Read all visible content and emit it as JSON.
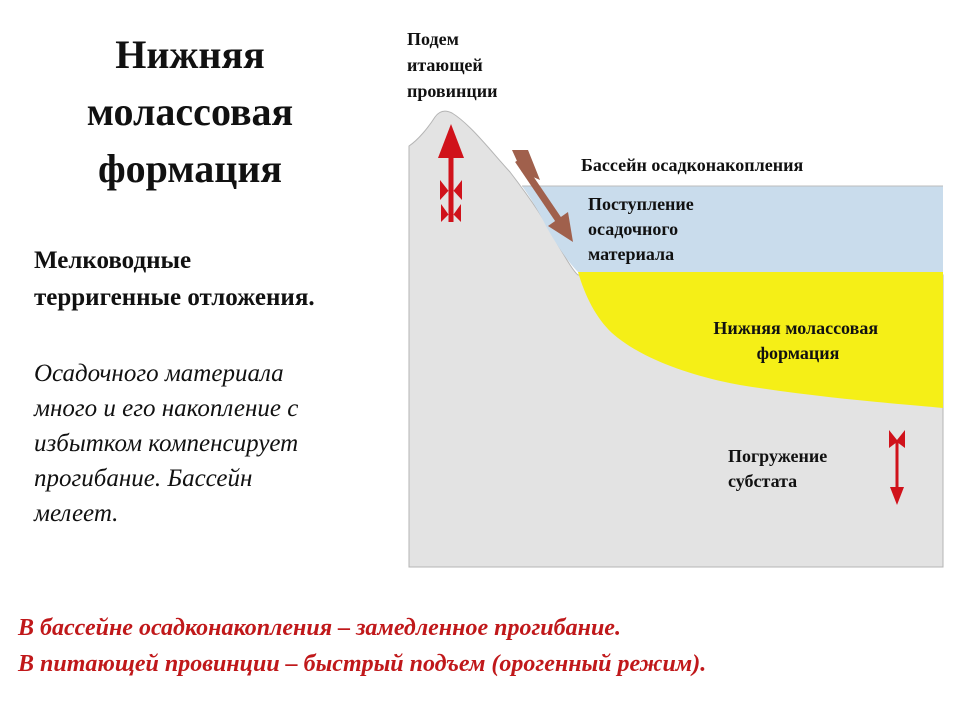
{
  "title_lines": [
    "Нижняя",
    "молассовая",
    "формация"
  ],
  "subtitle_lines": [
    "Мелководные",
    "терригенные отложения."
  ],
  "description_lines": [
    "Осадочного материала",
    "много и его накопление с",
    "избытком компенсирует",
    "прогибание. Бассейн",
    "мелеет."
  ],
  "diagram": {
    "uplift_label_lines": [
      "Подем",
      "итающей",
      "провинции"
    ],
    "basin_label": "Бассейн осадконакопления",
    "supply_label_lines": [
      "Поступление",
      "осадочного",
      "материала"
    ],
    "formation_label_lines": [
      "Нижняя молассовая",
      "формация"
    ],
    "subsidence_label_lines": [
      "Погружение",
      "субстата"
    ],
    "colors": {
      "land": "#e3e3e3",
      "water": "#c9dcec",
      "molasse": "#f5ef17",
      "uplift_arrow": "#d0121b",
      "supply_arrow": "#a0604c",
      "subsidence_arrow": "#d0121b"
    }
  },
  "footer_lines": [
    "В бассейне осадконакопления – замедленное прогибание.",
    "В питающей провинции – быстрый подъем (орогенный режим)."
  ]
}
